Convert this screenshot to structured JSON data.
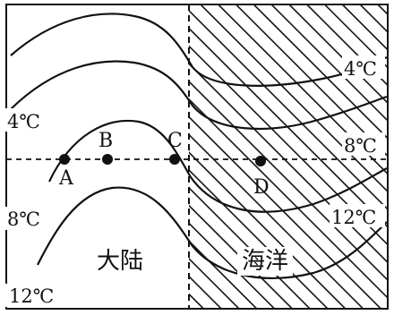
{
  "regions": {
    "land_label": "大陆",
    "ocean_label": "海洋"
  },
  "isotherms": {
    "left_labels": [
      "4℃",
      "8℃",
      "12℃"
    ],
    "right_labels": [
      "4℃",
      "8℃",
      "12℃"
    ]
  },
  "points": [
    {
      "id": "A",
      "label": "A"
    },
    {
      "id": "B",
      "label": "B"
    },
    {
      "id": "C",
      "label": "C"
    },
    {
      "id": "D",
      "label": "D"
    }
  ],
  "colors": {
    "line": "#111111",
    "background": "#ffffff"
  }
}
